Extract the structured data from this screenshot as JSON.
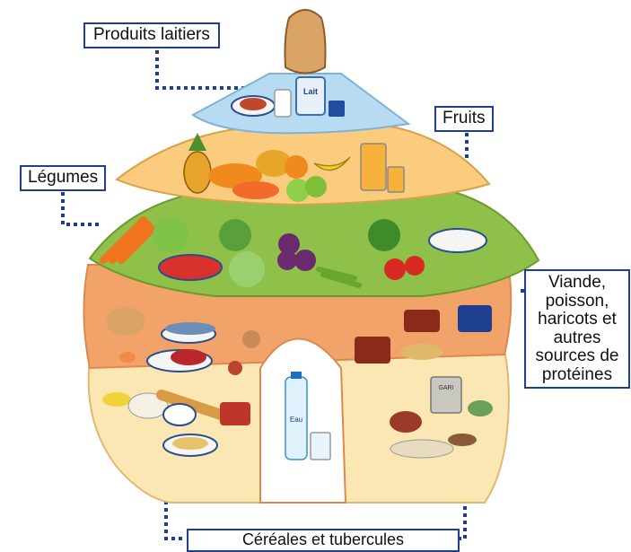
{
  "labels": {
    "dairy": "Produits laitiers",
    "fruits": "Fruits",
    "vegetables": "Légumes",
    "protein": "Viande, poisson, haricots et autres sources de protéines",
    "cereals": "Céréales et tubercules"
  },
  "item_text": {
    "milk_carton": "Lait",
    "water_bottle": "Eau",
    "gari_bag": "GARI"
  },
  "colors": {
    "dairy_tier": "#b7dcf2",
    "fruit_tier": "#fbcb7e",
    "veg_tier": "#8fc04a",
    "protein_tier": "#f2a36a",
    "cereal_tier": "#fbe7b3",
    "leader_line": "#1f3f8f"
  }
}
